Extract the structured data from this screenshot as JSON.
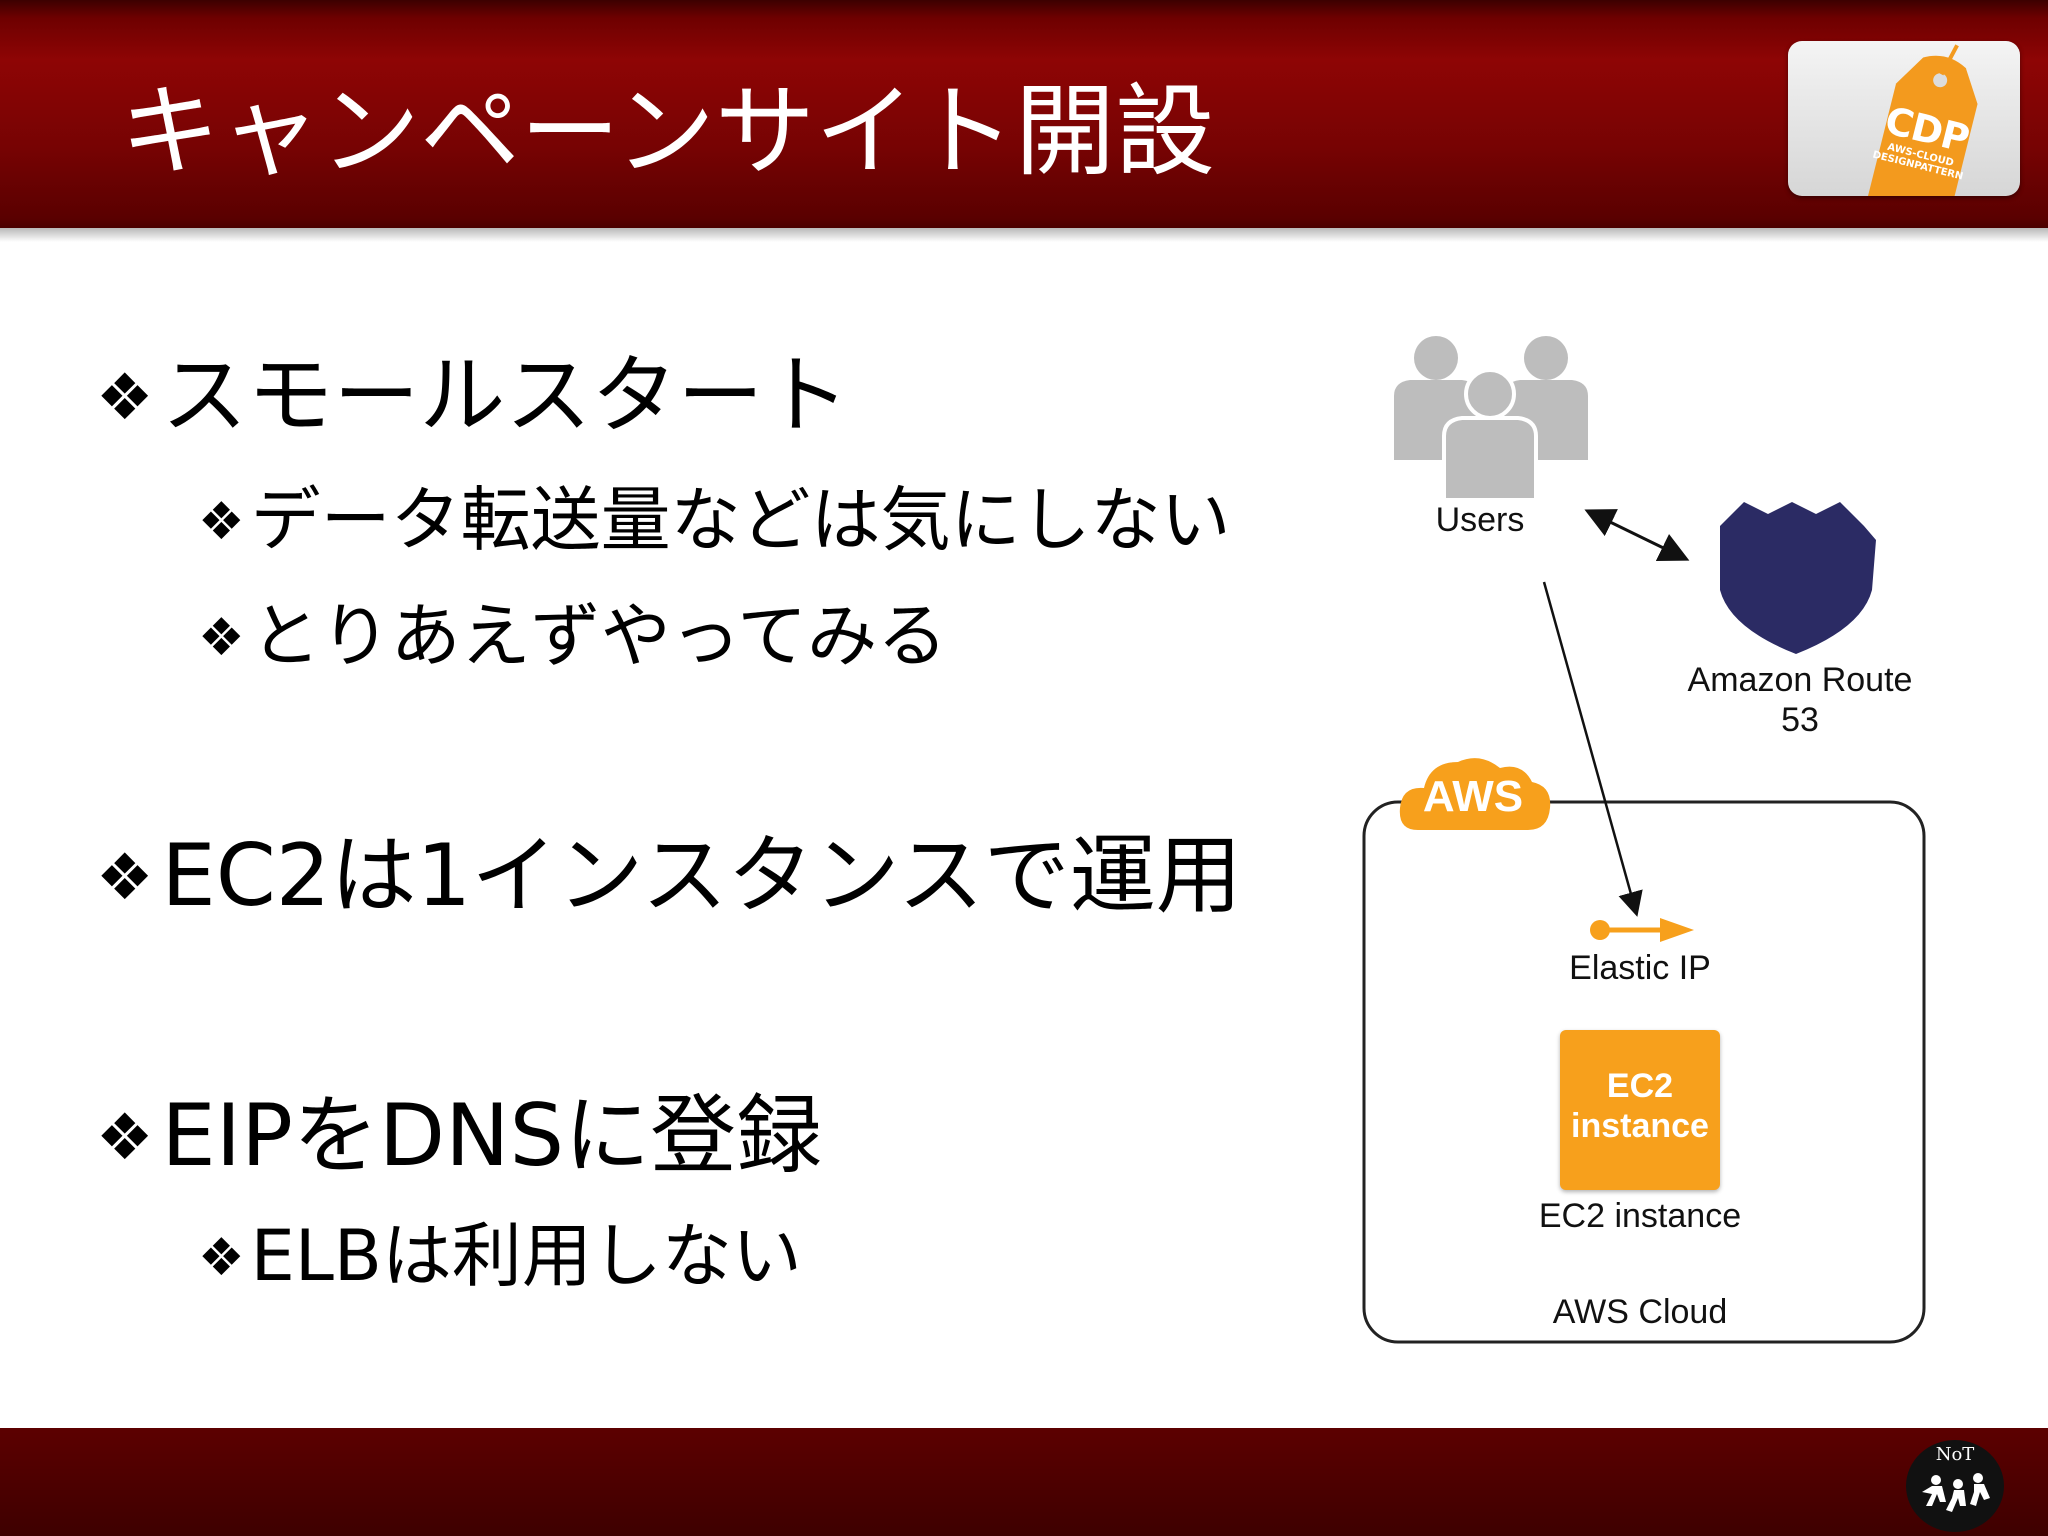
{
  "slide": {
    "title": "キャンペーンサイト開設",
    "bullets": [
      {
        "marker": "❖",
        "text": "スモールスタート"
      },
      {
        "marker": "❖",
        "text": "データ転送量などは気にしない"
      },
      {
        "marker": "❖",
        "text": "とりあえずやってみる"
      },
      {
        "marker": "❖",
        "text": "EC2は1インスタンスで運用"
      },
      {
        "marker": "❖",
        "text": "EIPをDNSに登録"
      },
      {
        "marker": "❖",
        "text": "ELBは利用しない"
      }
    ]
  },
  "logo": {
    "main": "CDP",
    "sub1": "AWS-CLOUD",
    "sub2": "DESIGNPATTERN",
    "color": "#f39a1e"
  },
  "footer_logo": {
    "text": "NoT"
  },
  "diagram": {
    "users_label": "Users",
    "route53_line1": "Amazon Route",
    "route53_line2": "53",
    "aws_badge": "AWS",
    "elastic_ip_label": "Elastic IP",
    "ec2_box_text": "EC2\ninstance",
    "ec2_label": "EC2 instance",
    "cloud_label": "AWS Cloud",
    "colors": {
      "aws_orange": "#f7a01c",
      "route53_navy": "#2b2b64",
      "users_gray": "#bdbdbd"
    }
  },
  "colors": {
    "header_red": "#8e0505",
    "footer_red": "#4e0000"
  }
}
